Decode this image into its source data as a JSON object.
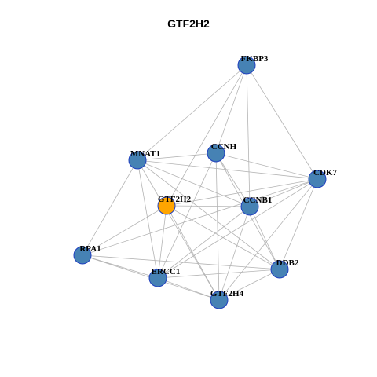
{
  "title": "GTF2H2",
  "colors": {
    "node": "#4682b4",
    "focus_node": "#ffa500",
    "node_border": "#1f3fbf",
    "edge": "#b4b4b4"
  },
  "nodes": [
    {
      "id": "FKBP3",
      "label": "FKBP3",
      "focus": false
    },
    {
      "id": "MNAT1",
      "label": "MNAT1",
      "focus": false
    },
    {
      "id": "CCNH",
      "label": "CCNH",
      "focus": false
    },
    {
      "id": "CDK7",
      "label": "CDK7",
      "focus": false
    },
    {
      "id": "GTF2H2",
      "label": "GTF2H2",
      "focus": true
    },
    {
      "id": "CCNB1",
      "label": "CCNB1",
      "focus": false
    },
    {
      "id": "RPA1",
      "label": "RPA1",
      "focus": false
    },
    {
      "id": "DDB2",
      "label": "DDB2",
      "focus": false
    },
    {
      "id": "ERCC1",
      "label": "ERCC1",
      "focus": false
    },
    {
      "id": "GTF2H4",
      "label": "GTF2H4",
      "focus": false
    }
  ],
  "edges": [
    [
      "FKBP3",
      "MNAT1"
    ],
    [
      "FKBP3",
      "CCNH"
    ],
    [
      "FKBP3",
      "CDK7"
    ],
    [
      "FKBP3",
      "CCNB1"
    ],
    [
      "FKBP3",
      "GTF2H2"
    ],
    [
      "MNAT1",
      "CCNH"
    ],
    [
      "MNAT1",
      "CDK7"
    ],
    [
      "MNAT1",
      "CCNB1"
    ],
    [
      "MNAT1",
      "RPA1"
    ],
    [
      "MNAT1",
      "ERCC1"
    ],
    [
      "MNAT1",
      "GTF2H4"
    ],
    [
      "MNAT1",
      "DDB2"
    ],
    [
      "CCNH",
      "CDK7"
    ],
    [
      "CCNH",
      "CCNB1"
    ],
    [
      "CCNH",
      "ERCC1"
    ],
    [
      "CCNH",
      "GTF2H4"
    ],
    [
      "CCNH",
      "DDB2"
    ],
    [
      "CDK7",
      "CCNB1"
    ],
    [
      "CDK7",
      "GTF2H2"
    ],
    [
      "CDK7",
      "RPA1"
    ],
    [
      "CDK7",
      "ERCC1"
    ],
    [
      "CDK7",
      "GTF2H4"
    ],
    [
      "CDK7",
      "DDB2"
    ],
    [
      "GTF2H2",
      "CCNB1"
    ],
    [
      "GTF2H2",
      "RPA1"
    ],
    [
      "GTF2H2",
      "ERCC1"
    ],
    [
      "GTF2H2",
      "GTF2H4"
    ],
    [
      "GTF2H2",
      "DDB2"
    ],
    [
      "CCNB1",
      "ERCC1"
    ],
    [
      "CCNB1",
      "GTF2H4"
    ],
    [
      "CCNB1",
      "DDB2"
    ],
    [
      "RPA1",
      "ERCC1"
    ],
    [
      "RPA1",
      "GTF2H4"
    ],
    [
      "RPA1",
      "DDB2"
    ],
    [
      "ERCC1",
      "GTF2H4"
    ],
    [
      "ERCC1",
      "DDB2"
    ],
    [
      "GTF2H4",
      "DDB2"
    ]
  ]
}
